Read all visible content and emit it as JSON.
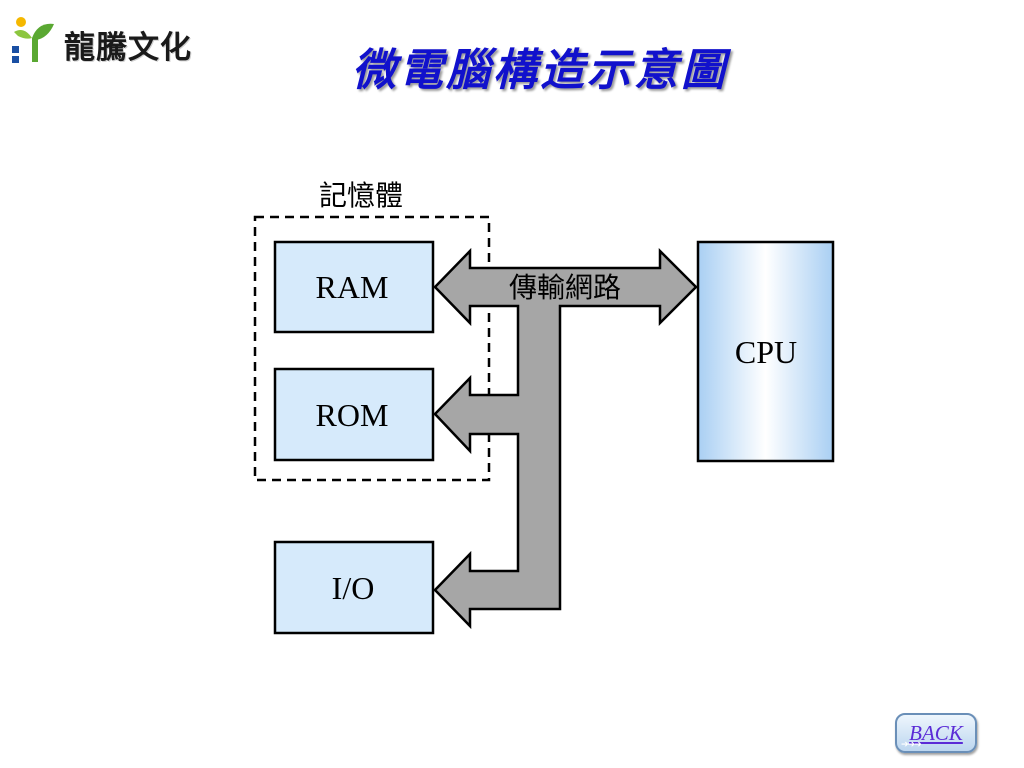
{
  "header": {
    "logo_text": "龍騰文化",
    "title": "微電腦構造示意圖"
  },
  "diagram": {
    "memory_group_label": "記憶體",
    "bus_label": "傳輸網路",
    "boxes": {
      "ram": "RAM",
      "rom": "ROM",
      "io": "I/O",
      "cpu": "CPU"
    }
  },
  "nav": {
    "back_label": "BACK"
  },
  "colors": {
    "title": "#1111cc",
    "box_fill": "#d6eafb",
    "bus_fill": "#a6a6a6",
    "cpu_gradient": [
      "#a9cff3",
      "#ffffff",
      "#a9cff3"
    ],
    "logo_green": "#8cc63f",
    "logo_yellow": "#f5b800",
    "logo_blue": "#1a4fa3"
  },
  "icons": {
    "logo": "dragon-sprout-logo-icon",
    "back_arrows": "double-arrow-right-icon"
  }
}
